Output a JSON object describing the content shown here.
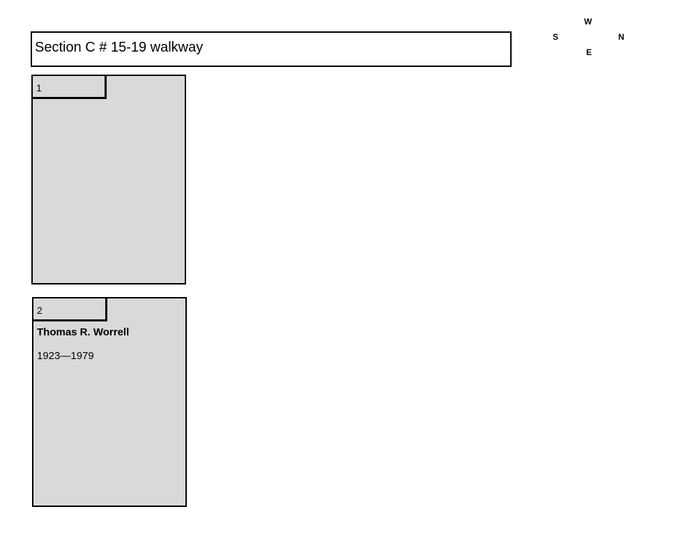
{
  "title": "Section C # 15-19 walkway",
  "compass": {
    "top": "W",
    "left": "S",
    "right": "N",
    "bottom": "E"
  },
  "plots": [
    {
      "number": "1",
      "name": "",
      "dates": ""
    },
    {
      "number": "2",
      "name": "Thomas R. Worrell",
      "dates": "1923—1979"
    }
  ]
}
